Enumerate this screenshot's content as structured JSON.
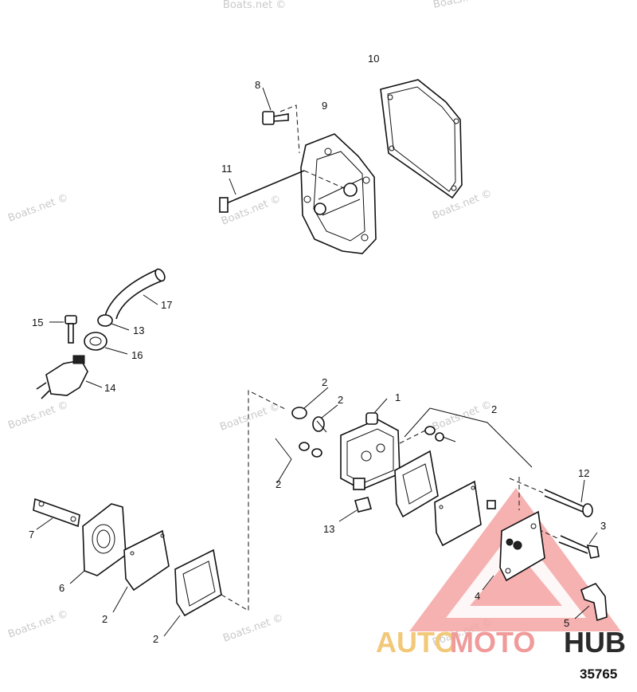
{
  "callouts": {
    "c1": "1",
    "c2a": "2",
    "c2b": "2",
    "c2c": "2",
    "c2d": "2",
    "c2e": "2",
    "c2f": "2",
    "c3": "3",
    "c4": "4",
    "c5": "5",
    "c6": "6",
    "c7": "7",
    "c8": "8",
    "c9": "9",
    "c10": "10",
    "c11": "11",
    "c12": "12",
    "c13a": "13",
    "c13b": "13",
    "c14": "14",
    "c15": "15",
    "c16": "16",
    "c17": "17"
  },
  "watermark": "Boats.net ©",
  "logo": {
    "auto": "AUTO",
    "moto": "MOTO",
    "hub": "HUB"
  },
  "reference_number": "35765",
  "colors": {
    "line": "#111111",
    "watermark": "#c9c9c9",
    "logo_triangle": "#f4a3a3",
    "logo_auto": "#f2c879",
    "logo_hub": "#2a2a2a"
  }
}
